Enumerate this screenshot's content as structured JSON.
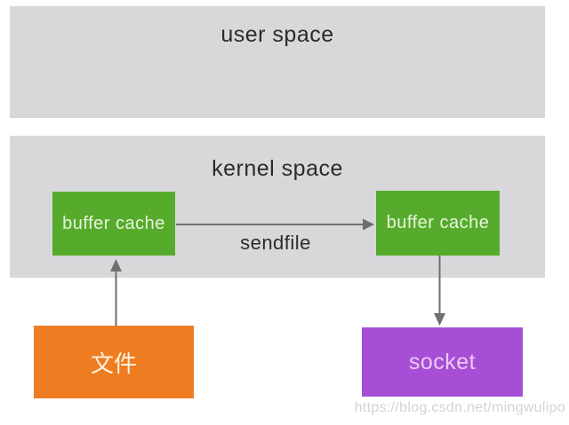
{
  "diagram": {
    "title_context": "sendfile zero-copy diagram",
    "user_space": {
      "label": "user space"
    },
    "kernel_space": {
      "label": "kernel space"
    },
    "buffer_cache_left": {
      "label": "buffer cache"
    },
    "buffer_cache_right": {
      "label": "buffer cache"
    },
    "file_box": {
      "label": "文件"
    },
    "socket_box": {
      "label": "socket"
    },
    "sendfile_arrow": {
      "label": "sendfile"
    },
    "watermark": "https://blog.csdn.net/mingwulipo",
    "colors": {
      "band_gray": "#d8d8da",
      "buffer_green": "#57ab2c",
      "file_orange": "#ee7d22",
      "socket_purple": "#a64fd6",
      "arrow_gray": "#6f6f72",
      "text_dark": "#2b2b2d",
      "watermark_gray": "#cbcbcd"
    }
  }
}
